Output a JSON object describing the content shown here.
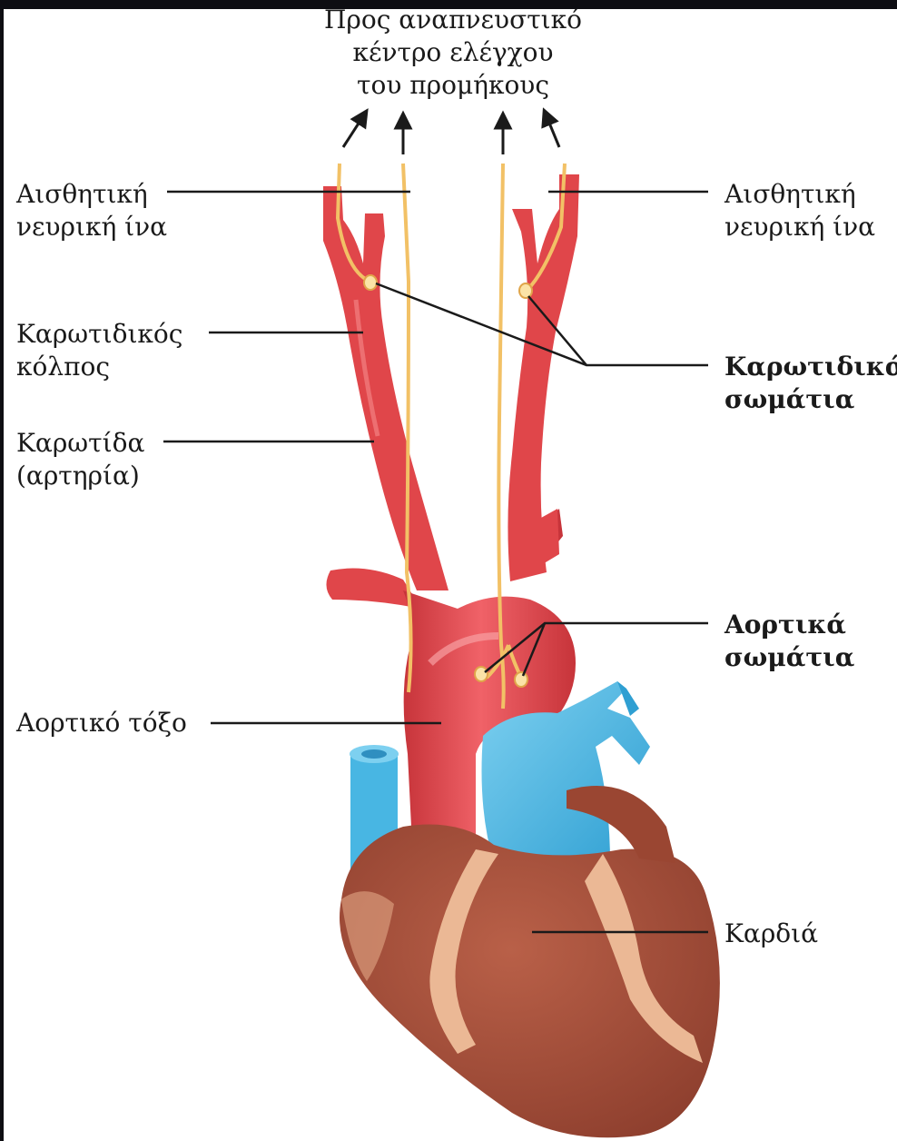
{
  "labels": {
    "top": "Προς αναπνευστικό\nκέντρο ελέγχου\nτου προμήκους",
    "sensory_left": "Αισθητική\nνευρική ίνα",
    "sensory_right": "Αισθητική\nνευρική ίνα",
    "carotid_sinus": "Καρωτιδικός\nκόλπος",
    "carotid_artery": "Καρωτίδα\n(αρτηρία)",
    "carotid_bodies": "Καρωτιδικά\nσωμάτια",
    "aortic_bodies": "Αορτικά\nσωμάτια",
    "aortic_arch": "Αορτικό τόξο",
    "heart": "Καρδιά"
  },
  "colors": {
    "artery": "#e0464a",
    "artery_dark": "#c7343a",
    "vein": "#48b6e3",
    "heart_muscle": "#a8513c",
    "heart_fat": "#ebb895",
    "nerve": "#f2c166",
    "leader": "#1a1a1a"
  }
}
